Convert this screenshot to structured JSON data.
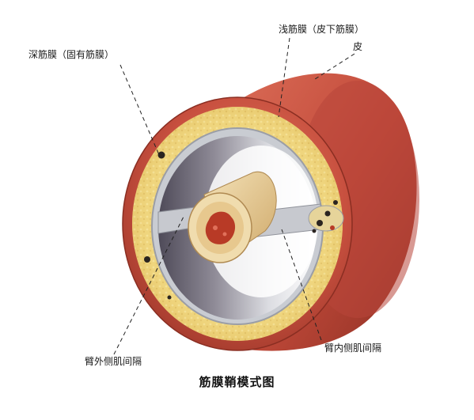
{
  "labels": {
    "deep_fascia": "深筋膜（固有筋膜）",
    "superficial_fascia": "浅筋膜（皮下筋膜）",
    "skin": "皮",
    "lateral_septum": "臂外侧肌间隔",
    "medial_septum": "臂内侧肌间隔"
  },
  "caption": "筋膜鞘模式图",
  "colors": {
    "skin": "#c8503f",
    "skin_dark": "#a03a2e",
    "fat": "#e8c868",
    "fascia": "#c9ccd2",
    "cavity_shadow": "#6a6672",
    "bone_shaft": "#e6cfa0",
    "marrow": "#c0442e",
    "vessel": "#2a2420"
  }
}
